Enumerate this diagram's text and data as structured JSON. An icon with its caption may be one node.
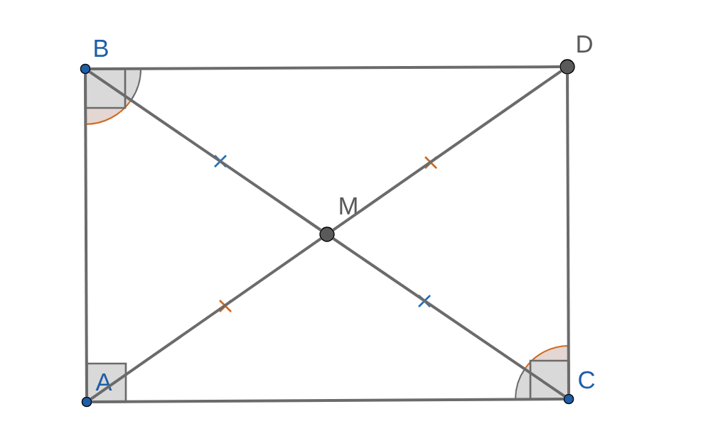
{
  "diagram": {
    "nodes": [
      {
        "text": [
          "B"
        ]
      },
      {
        "text": [
          "D"
        ]
      },
      {
        "text": [
          "M"
        ]
      },
      {
        "text": [
          "A"
        ]
      },
      {
        "text": [
          "C"
        ]
      }
    ],
    "edges": [
      {
        "from": 0,
        "to": 1,
        "arrow": "none"
      },
      {
        "from": 0,
        "to": 3,
        "arrow": "none"
      },
      {
        "from": 1,
        "to": 4,
        "arrow": "none"
      },
      {
        "from": 3,
        "to": 4,
        "arrow": "none"
      },
      {
        "from": 0,
        "to": 2,
        "arrow": "none"
      },
      {
        "from": 2,
        "to": 4,
        "arrow": "none"
      },
      {
        "from": 3,
        "to": 2,
        "arrow": "none"
      },
      {
        "from": 2,
        "to": 1,
        "arrow": "none"
      }
    ]
  }
}
